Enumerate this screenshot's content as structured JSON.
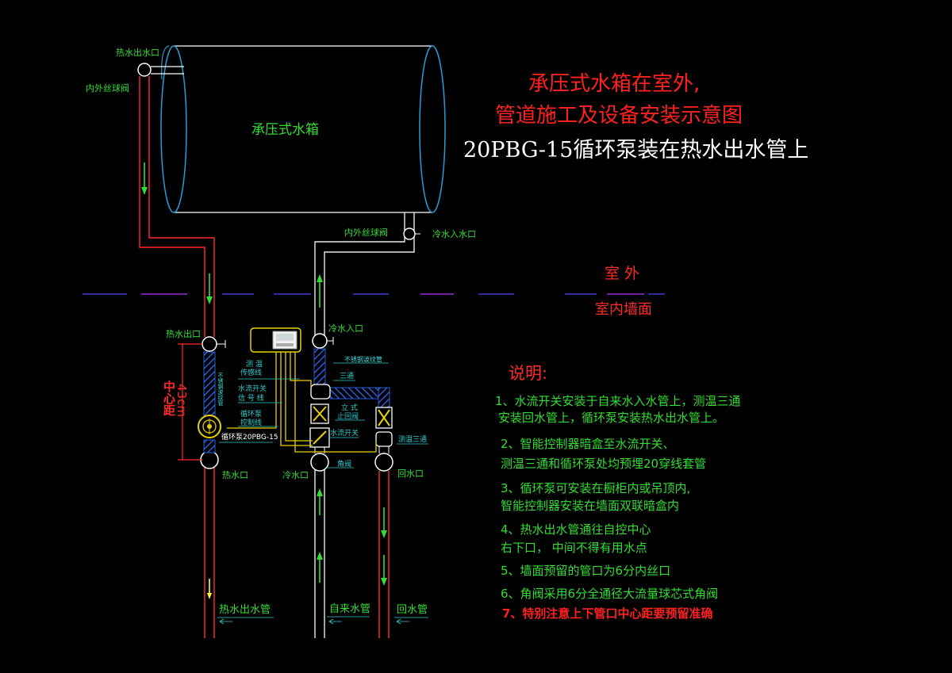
{
  "title": {
    "line1": "承压式水箱在室外,",
    "line2": "管道施工及设备安装示意图",
    "line3": "20PBG-15循环泵装在热水出水管上"
  },
  "tank": {
    "label": "承压式水箱"
  },
  "labels": {
    "hot_outlet_top": "热水出水口",
    "valve_left": "内外丝球阀",
    "valve_right": "内外丝球阀",
    "cold_inlet_top": "冷水入水口",
    "outdoor": "室  外",
    "indoor_wall": "室内墙面",
    "hot_out_port": "热水出口",
    "cold_in_port": "冷水入口",
    "center_distance": "中心距",
    "center_distance_value": "43cm",
    "stainless_tube_left": "不锈钢波纹管",
    "temp_sensor_line_1": "测  温",
    "temp_sensor_line_2": "传感线",
    "flow_switch_line_1": "水流开关",
    "flow_switch_line_2": "信 号 线",
    "pump_ctrl_line_1": "循环泵",
    "pump_ctrl_line_2": "控制线",
    "pump_name": "循环泵20PBG-15",
    "stainless_tube_right": "不锈钢波纹管",
    "tee": "三通",
    "check_valve_1": "立  式",
    "check_valve_2": "止回阀",
    "flow_switch": "水流开关",
    "temp_tee": "测温三通",
    "angle_valve": "角阀",
    "hot_port": "热水口",
    "cold_port": "冷水口",
    "return_port": "回水口",
    "pipe_hot": "热水出水管",
    "pipe_cold": "自来水管",
    "pipe_return": "回水管"
  },
  "notes": {
    "heading": "说明:",
    "n1a": "1、水流开关安装于自来水入水管上，测温三通",
    "n1b": "安装回水管上，循环泵安装热水出水管上。",
    "n2a": "2、智能控制器暗盒至水流开关、",
    "n2b": "测温三通和循环泵处均预埋20穿线套管",
    "n3a": "3、循环泵可安装在橱柜内或吊顶内,",
    "n3b": "智能控制器安装在墙面双联暗盒内",
    "n4a": "4、热水出水管通往自控中心",
    "n4b": "右下口， 中间不得有用水点",
    "n5": "5、墙面预留的管口为6分内丝口",
    "n6": "6、角阀采用6分全通径大流量球芯式角阀",
    "n7": "7、特别注意上下管口中心距要预留准确"
  },
  "colors": {
    "background": "#000000",
    "hot_pipe": "#ff2a2a",
    "cold_pipe": "#e8e8e8",
    "flow_arrow": "#33dd33",
    "tank_outline": "#2a9bd6",
    "corrugated": "#2a5bd6",
    "divider_blue": "#3a3ad6",
    "divider_purple": "#9a2ad6",
    "warning": "#ff2020"
  }
}
